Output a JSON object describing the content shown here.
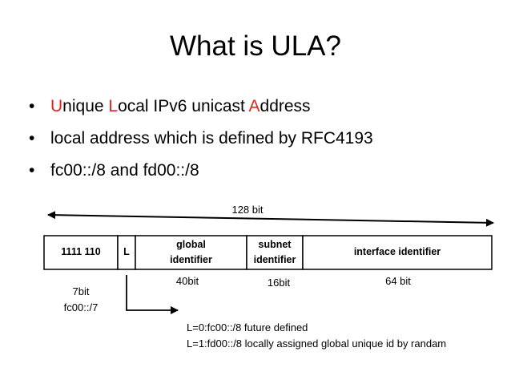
{
  "slide": {
    "title": "What is ULA?",
    "accent_color": "#e3241b"
  },
  "bullets": [
    {
      "parts": [
        {
          "text": "U",
          "highlight": true
        },
        {
          "text": "nique ",
          "highlight": false
        },
        {
          "text": "L",
          "highlight": true
        },
        {
          "text": "ocal IPv6 unicast ",
          "highlight": false
        },
        {
          "text": "A",
          "highlight": true
        },
        {
          "text": "ddress",
          "highlight": false
        }
      ]
    },
    {
      "parts": [
        {
          "text": "local address which is defined by RFC4193",
          "highlight": false
        }
      ]
    },
    {
      "parts": [
        {
          "text": "fc00::/8 and fd00::/8",
          "highlight": false
        }
      ]
    }
  ],
  "diagram": {
    "total_label": "128 bit",
    "fields": {
      "prefix": "1111 110",
      "l": "L",
      "global_1": "global",
      "global_2": "identifier",
      "subnet_1": "subnet",
      "subnet_2": "identifier",
      "interface": "interface identifier"
    },
    "sizes": {
      "prefix_1": "7bit",
      "prefix_2": "fc00::/7",
      "global": "40bit",
      "subnet": "16bit",
      "interface": "64 bit"
    },
    "l_notes": {
      "line1": "L=0:fc00::/8  future defined",
      "line2": "L=1:fd00::/8 locally assigned global unique id by randam"
    }
  }
}
